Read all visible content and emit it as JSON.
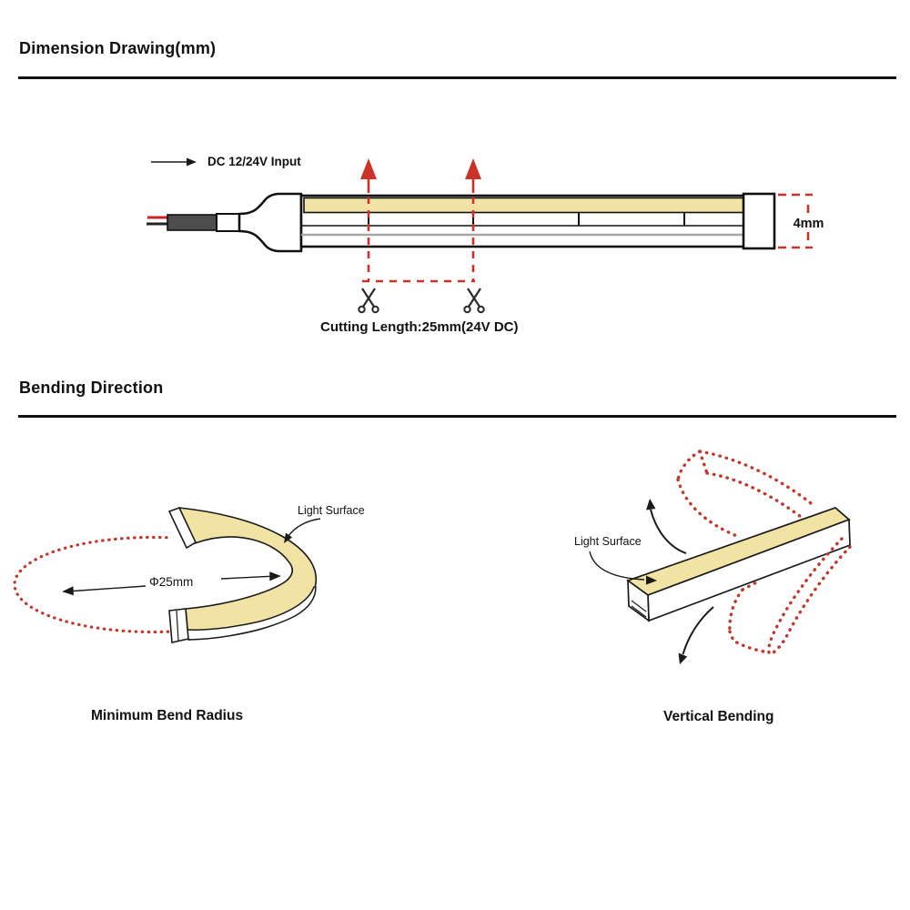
{
  "dimension_section": {
    "heading": "Dimension Drawing(mm)",
    "input_label": "DC 12/24V Input",
    "cutting_length_label": "Cutting Length:25mm(24V DC)",
    "height_dimension": "4mm"
  },
  "bending_section": {
    "heading": "Bending Direction",
    "left_diagram": {
      "light_surface_label": "Light Surface",
      "diameter_label": "Φ25mm",
      "caption": "Minimum Bend Radius"
    },
    "right_diagram": {
      "light_surface_label": "Light Surface",
      "caption": "Vertical Bending"
    }
  },
  "icons": {
    "scissors": "✂",
    "input_arrow": "→",
    "cut_direction_arrow": "↑"
  },
  "colors": {
    "accent_red": "#cc3328",
    "dotted_red": "#c2382b",
    "strip_yellow": "#f0e3a3",
    "line_black": "#1a1a1a",
    "sheath_gray": "#4d4d4d",
    "strip_gray_line": "#a6a6a6",
    "wire_red": "#cc2222",
    "wire_black": "#222222"
  }
}
